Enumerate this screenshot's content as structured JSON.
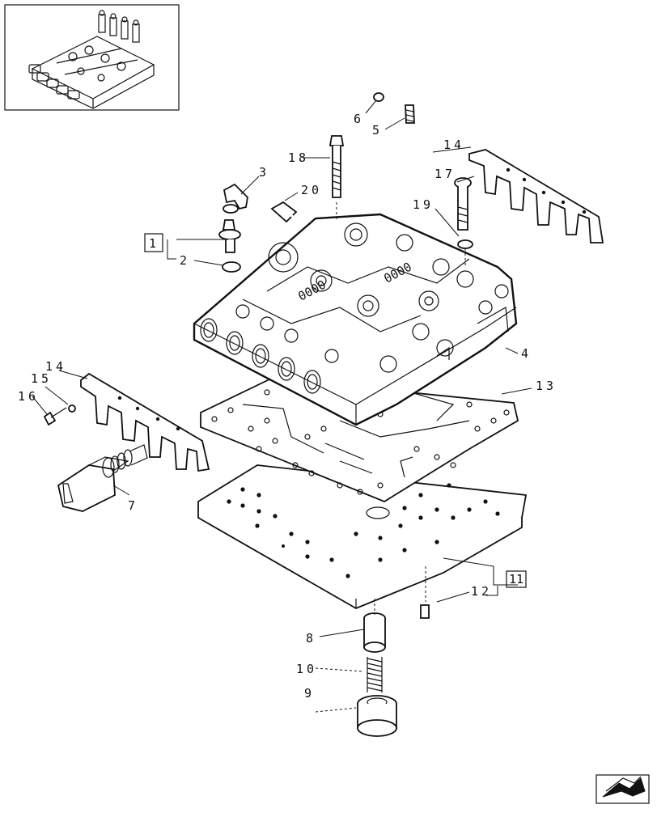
{
  "parts": [
    {
      "num": "1"
    },
    {
      "num": "2"
    },
    {
      "num": "3"
    },
    {
      "num": "4"
    },
    {
      "num": "5"
    },
    {
      "num": "6"
    },
    {
      "num": "7"
    },
    {
      "num": "8"
    },
    {
      "num": "9"
    },
    {
      "num": "10"
    },
    {
      "num": "11"
    },
    {
      "num": "12"
    },
    {
      "num": "13"
    },
    {
      "num": "14"
    },
    {
      "num": "15"
    },
    {
      "num": "16"
    },
    {
      "num": "17"
    },
    {
      "num": "18"
    },
    {
      "num": "19"
    },
    {
      "num": "20"
    }
  ],
  "nav": {
    "icon": "next-page-arrow-icon"
  }
}
